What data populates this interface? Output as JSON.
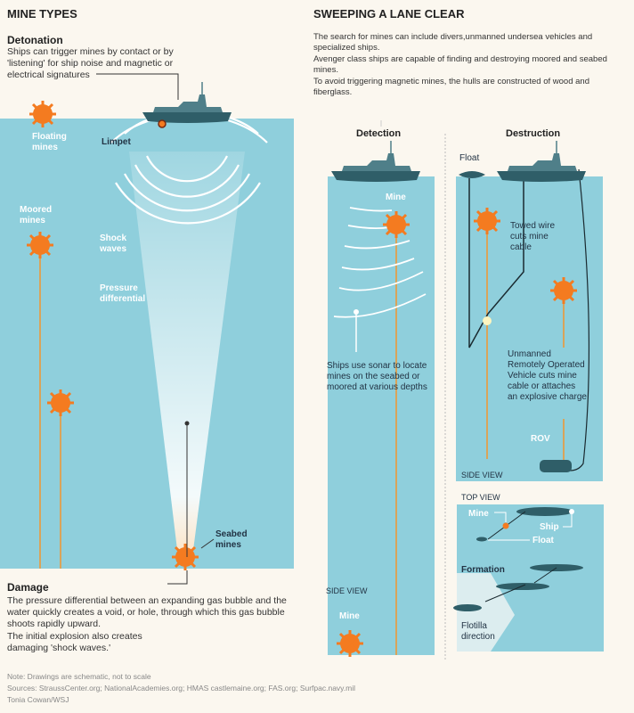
{
  "colors": {
    "water": "#8fcfdc",
    "mine": "#f47b20",
    "ship": "#3d6e78",
    "background": "#fbf7ef"
  },
  "left": {
    "title": "MINE TYPES",
    "detonation": {
      "heading": "Detonation",
      "text": "Ships can trigger mines by contact or by 'listening' for ship noise and magnetic or electrical signatures"
    },
    "labels": {
      "floating": "Floating mines",
      "limpet": "Limpet",
      "moored": "Moored mines",
      "shock": "Shock waves",
      "pressure": "Pressure differential",
      "seabed": "Seabed mines"
    },
    "damage": {
      "heading": "Damage",
      "text1": "The pressure differential between an expanding gas bubble and the water quickly creates a void, or hole, through which this gas bubble shoots rapidly upward.",
      "text2": "The initial explosion also creates damaging 'shock waves.'"
    }
  },
  "right": {
    "title": "SWEEPING A LANE CLEAR",
    "intro": [
      "The search for mines can include divers,unmanned undersea vehicles and specialized ships.",
      "Avenger class ships are capable of finding and destroying moored and seabed mines.",
      "To avoid triggering magnetic mines, the hulls are constructed of wood and fiberglass."
    ],
    "detection": {
      "heading": "Detection",
      "mine": "Mine",
      "sonar": "Ships use sonar to locate mines on the seabed or moored at various depths",
      "side_view": "SIDE VIEW",
      "mine_bottom": "Mine"
    },
    "destruction": {
      "heading": "Destruction",
      "float": "Float",
      "wire": "Towed wire cuts mine cable",
      "rov_text": "Unmanned Remotely Operated Vehicle cuts mine cable or attaches an explosive charge",
      "rov": "ROV",
      "side_view": "SIDE VIEW"
    },
    "top_view": {
      "label": "TOP VIEW",
      "mine": "Mine",
      "ship": "Ship",
      "float": "Float",
      "formation": "Formation",
      "flotilla": "Flotilla direction"
    }
  },
  "footer": {
    "note": "Note: Drawings are schematic, not to scale",
    "sources": "Sources: StraussCenter.org; NationalAcademies.org; HMAS castlemaine.org; FAS.org; Surfpac.navy.mil",
    "credit": "Tonia Cowan/WSJ"
  }
}
